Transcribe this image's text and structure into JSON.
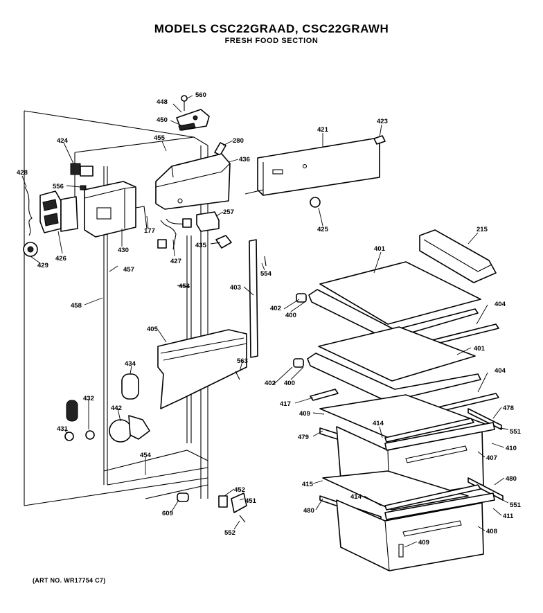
{
  "title": "MODELS CSC22GRAAD, CSC22GRAWH",
  "subtitle": "FRESH FOOD SECTION",
  "art_no": "(ART NO. WR17754 C7)",
  "callouts": {
    "c560": "560",
    "c448": "448",
    "c450": "450",
    "c455": "455",
    "c280": "280",
    "c436": "436",
    "c421": "421",
    "c423": "423",
    "c424": "424",
    "c428": "428",
    "c556": "556",
    "c257": "257",
    "c425": "425",
    "c215": "215",
    "c426": "426",
    "c430": "430",
    "c177": "177",
    "c427": "427",
    "c435": "435",
    "c429": "429",
    "c457": "457",
    "c554": "554",
    "c401a": "401",
    "c402a": "402",
    "c400a": "400",
    "c458": "458",
    "c453": "453",
    "c403": "403",
    "c404a": "404",
    "c405": "405",
    "c401b": "401",
    "c563": "563",
    "c434": "434",
    "c402b": "402",
    "c400b": "400",
    "c404b": "404",
    "c417": "417",
    "c478": "478",
    "c432": "432",
    "c409a": "409",
    "c414a": "414",
    "c442": "442",
    "c431": "431",
    "c479": "479",
    "c551a": "551",
    "c410": "410",
    "c407": "407",
    "c454": "454",
    "c415": "415",
    "c480a": "480",
    "c414b": "414",
    "c452": "452",
    "c551b": "551",
    "c609": "609",
    "c451": "451",
    "c480b": "480",
    "c411": "411",
    "c552": "552",
    "c408": "408",
    "c409b": "409"
  }
}
